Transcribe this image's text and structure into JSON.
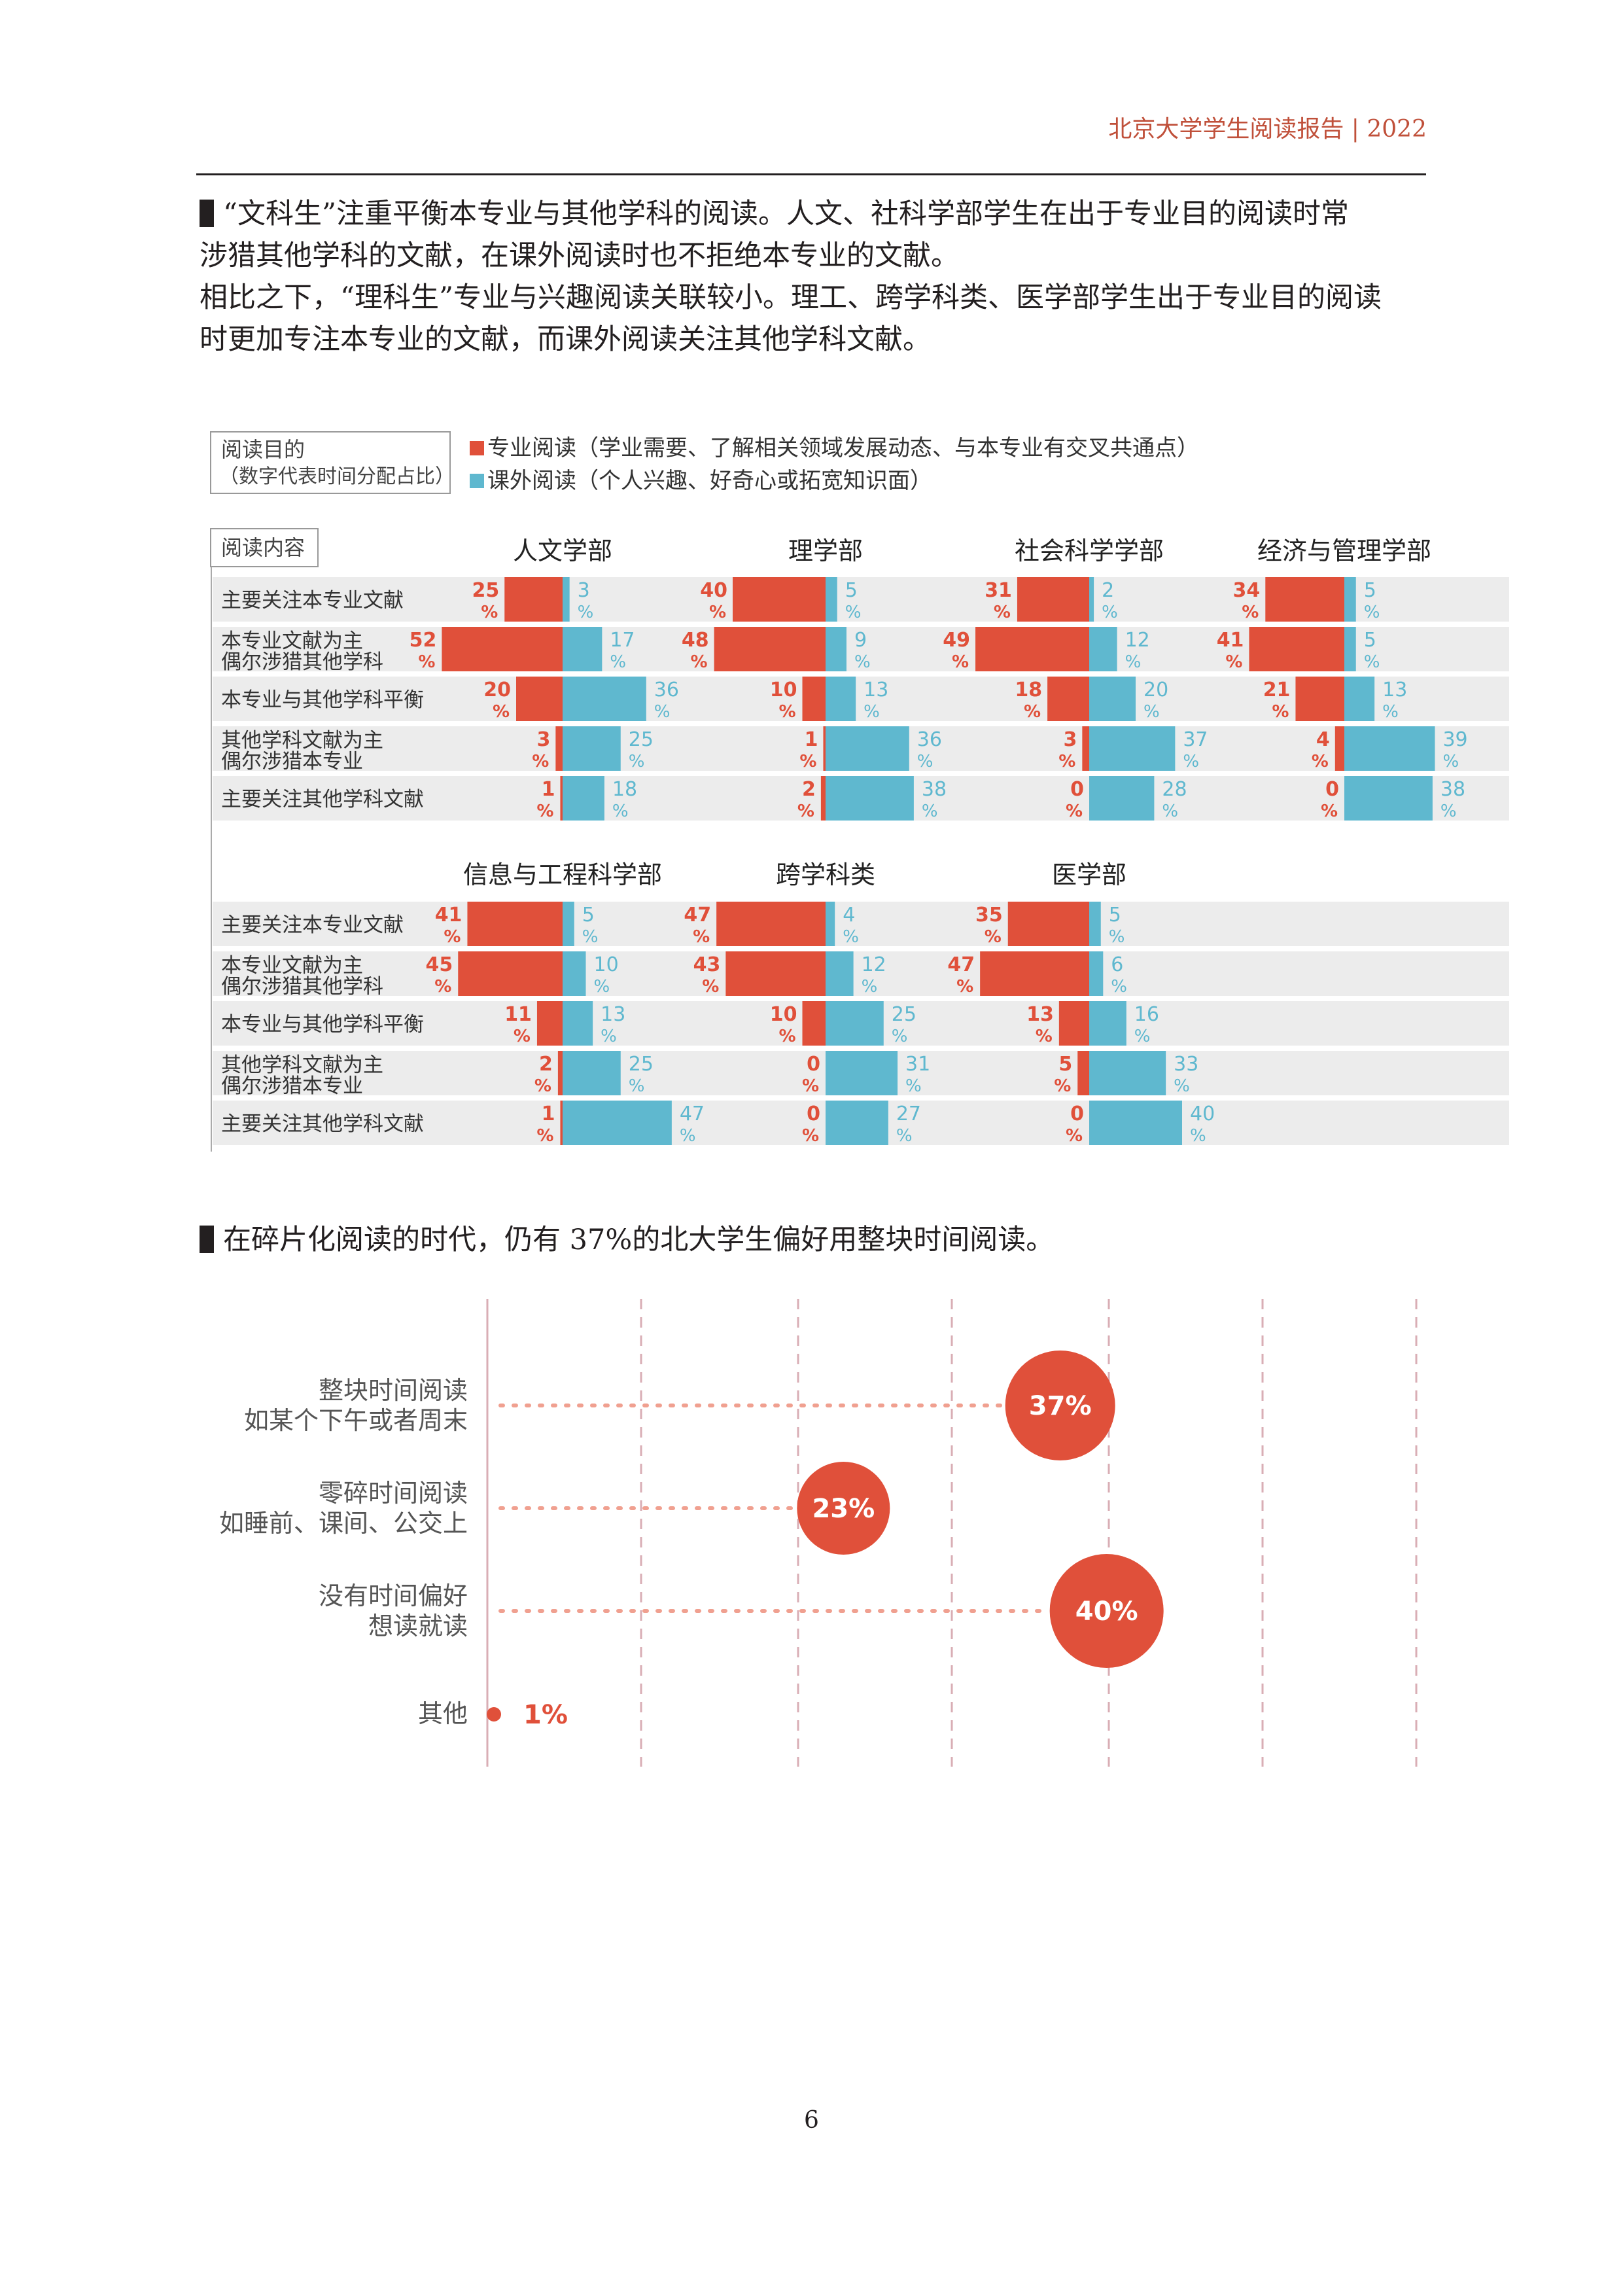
{
  "header": {
    "title": "北京大学学生阅读报告 | 2022"
  },
  "paragraph1": {
    "lines": [
      "“文科生”注重平衡本专业与其他学科的阅读。人文、社科学部学生在出于专业目的阅读时常",
      "涉猎其他学科的文献，在课外阅读时也不拒绝本专业的文献。",
      "相比之下，“理科生”专业与兴趣阅读关联较小。理工、跨学科类、医学部学生出于专业目的阅读",
      "时更加专注本专业的文献，而课外阅读关注其他学科文献。"
    ]
  },
  "paragraph2": {
    "text": "在碎片化阅读的时代，仍有 37%的北大学生偏好用整块时间阅读。"
  },
  "page_number": "6",
  "colors": {
    "red": "#e0503a",
    "blue": "#5fb8cf",
    "row_bg": "#ececec",
    "dot_line": "#f0a090",
    "grid": "#d9aeb5"
  },
  "chart_data": [
    {
      "type": "bar",
      "legend": {
        "title": "阅读目的",
        "subtitle": "（数字代表时间分配占比）",
        "items": [
          {
            "name": "专业阅读（学业需要、了解相关领域发展动态、与本专业有交叉共通点）",
            "color": "#e0503a"
          },
          {
            "name": "课外阅读（个人兴趣、好奇心或拓宽知识面）",
            "color": "#5fb8cf"
          }
        ]
      },
      "row_header": "阅读内容",
      "categories": [
        "主要关注本专业文献",
        "本专业文献为主\n偶尔涉猎其他学科",
        "本专业与其他学科平衡",
        "其他学科文献为主\n偶尔涉猎本专业",
        "主要关注其他学科文献"
      ],
      "value_suffix": "%",
      "departments": [
        {
          "name": "人文学部",
          "red": [
            25,
            52,
            20,
            3,
            1
          ],
          "blue": [
            3,
            17,
            36,
            25,
            18
          ]
        },
        {
          "name": "理学部",
          "red": [
            40,
            48,
            10,
            1,
            2
          ],
          "blue": [
            5,
            9,
            13,
            36,
            38
          ]
        },
        {
          "name": "社会科学学部",
          "red": [
            31,
            49,
            18,
            3,
            0
          ],
          "blue": [
            2,
            12,
            20,
            37,
            28
          ]
        },
        {
          "name": "经济与管理学部",
          "red": [
            34,
            41,
            21,
            4,
            0
          ],
          "blue": [
            5,
            5,
            13,
            39,
            38
          ]
        },
        {
          "name": "信息与工程科学部",
          "red": [
            41,
            45,
            11,
            2,
            1
          ],
          "blue": [
            5,
            10,
            13,
            25,
            47
          ]
        },
        {
          "name": "跨学科类",
          "red": [
            47,
            43,
            10,
            0,
            0
          ],
          "blue": [
            4,
            12,
            25,
            31,
            27
          ]
        },
        {
          "name": "医学部",
          "red": [
            35,
            47,
            13,
            5,
            0
          ],
          "blue": [
            5,
            6,
            16,
            33,
            40
          ]
        }
      ]
    },
    {
      "type": "scatter",
      "categories": [
        "整块时间阅读\n如某个下午或者周末",
        "零碎时间阅读\n如睡前、课间、公交上",
        "没有时间偏好\n想读就读",
        "其他"
      ],
      "values": [
        37,
        23,
        40,
        1
      ],
      "labels": [
        "37%",
        "23%",
        "40%",
        "1%"
      ],
      "xlim": [
        0,
        60
      ],
      "grid": true
    }
  ]
}
